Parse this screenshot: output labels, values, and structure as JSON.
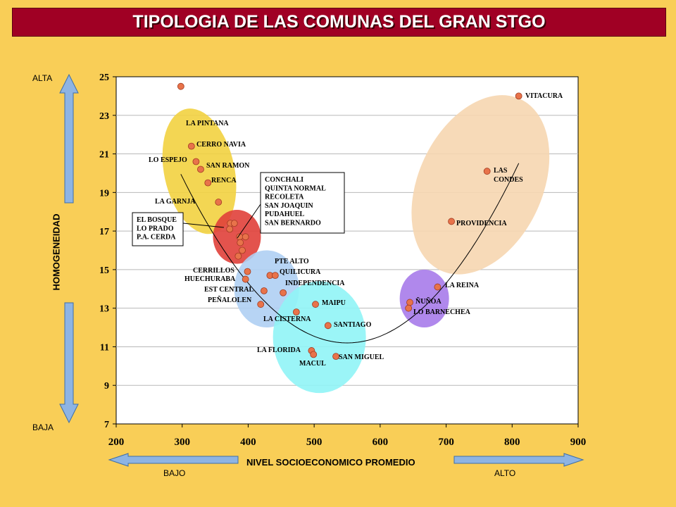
{
  "title": "TIPOLOGIA DE LAS COMUNAS DEL GRAN STGO",
  "labels": {
    "ylabel": "HOMOGENEIDAD",
    "xlabel": "NIVEL SOCIOECONOMICO PROMEDIO",
    "y_high": "ALTA",
    "y_low": "BAJA",
    "x_low": "BAJO",
    "x_high": "ALTO"
  },
  "colors": {
    "background": "#F9CE57",
    "title_bar": "#A00024",
    "plot_area": "#FFFFFF",
    "arrow_fill": "#8EB4E3",
    "point": "#E8734A"
  },
  "chart_data": {
    "type": "scatter",
    "title": "TIPOLOGIA DE LAS COMUNAS DEL GRAN STGO",
    "xlabel": "NIVEL SOCIOECONOMICO PROMEDIO",
    "ylabel": "HOMOGENEIDAD",
    "xlim": [
      200,
      900
    ],
    "ylim": [
      7,
      25
    ],
    "xticks": [
      200,
      300,
      400,
      500,
      600,
      700,
      800,
      900
    ],
    "yticks": [
      7,
      9,
      11,
      13,
      15,
      17,
      19,
      21,
      23,
      25
    ],
    "grid": "horizontal",
    "trendline": true,
    "points": [
      {
        "label": "LA PINTANA",
        "x": 298,
        "y": 24.5
      },
      {
        "label": "CERRO NAVIA",
        "x": 314,
        "y": 21.4
      },
      {
        "label": "LO ESPEJO",
        "x": 321,
        "y": 20.6
      },
      {
        "label": "SAN RAMON",
        "x": 328,
        "y": 20.2
      },
      {
        "label": "RENCA",
        "x": 339,
        "y": 19.5
      },
      {
        "label": "LA GARNJA",
        "x": 355,
        "y": 18.5
      },
      {
        "label": "",
        "x": 373,
        "y": 17.4
      },
      {
        "label": "",
        "x": 379,
        "y": 17.4
      },
      {
        "label": "",
        "x": 372,
        "y": 17.1
      },
      {
        "label": "",
        "x": 387,
        "y": 16.7
      },
      {
        "label": "",
        "x": 396,
        "y": 16.7
      },
      {
        "label": "",
        "x": 388,
        "y": 16.4
      },
      {
        "label": "",
        "x": 391,
        "y": 16.0
      },
      {
        "label": "",
        "x": 385,
        "y": 15.7
      },
      {
        "label": "CERRILLOS",
        "x": 399,
        "y": 14.9
      },
      {
        "label": "HUECHURABA",
        "x": 396,
        "y": 14.5
      },
      {
        "label": "PTE ALTO",
        "x": 433,
        "y": 14.7
      },
      {
        "label": "QUILICURA",
        "x": 441,
        "y": 14.7
      },
      {
        "label": "EST CENTRAL",
        "x": 424,
        "y": 13.9
      },
      {
        "label": "INDEPENDENCIA",
        "x": 453,
        "y": 13.8
      },
      {
        "label": "PEÑALOLEN",
        "x": 419,
        "y": 13.2
      },
      {
        "label": "MAIPU",
        "x": 502,
        "y": 13.2
      },
      {
        "label": "LA CISTERNA",
        "x": 473,
        "y": 12.8
      },
      {
        "label": "SANTIAGO",
        "x": 521,
        "y": 12.1
      },
      {
        "label": "LA FLORIDA",
        "x": 496,
        "y": 10.8
      },
      {
        "label": "MACUL",
        "x": 499,
        "y": 10.6
      },
      {
        "label": "SAN MIGUEL",
        "x": 533,
        "y": 10.5
      },
      {
        "label": "ÑUÑOA",
        "x": 645,
        "y": 13.3
      },
      {
        "label": "LO BARNECHEA",
        "x": 643,
        "y": 13.0
      },
      {
        "label": "LA REINA",
        "x": 687,
        "y": 14.1
      },
      {
        "label": "PROVIDENCIA",
        "x": 708,
        "y": 17.5
      },
      {
        "label": "LAS CONDES",
        "x": 762,
        "y": 20.1
      },
      {
        "label": "VITACURA",
        "x": 810,
        "y": 24.0
      }
    ],
    "groups": [
      {
        "color": "#F2D240",
        "cx": 326,
        "cy": 20.1,
        "rx": 50,
        "ry": 3.3,
        "rot": -12
      },
      {
        "color": "#E0403A",
        "cx": 383,
        "cy": 16.7,
        "rx": 34,
        "ry": 1.4,
        "rot": 0
      },
      {
        "color": "#AFCFF3",
        "cx": 428,
        "cy": 14.0,
        "rx": 46,
        "ry": 2.0,
        "rot": 0
      },
      {
        "color": "#90F4F6",
        "cx": 508,
        "cy": 11.5,
        "rx": 66,
        "ry": 2.9,
        "rot": 0
      },
      {
        "color": "#A77BEA",
        "cx": 667,
        "cy": 13.5,
        "rx": 35,
        "ry": 1.5,
        "rot": 0
      },
      {
        "color": "#F6D6B0",
        "cx": 752,
        "cy": 19.4,
        "rx": 88,
        "ry": 4.9,
        "rot": 25
      }
    ],
    "callouts": [
      {
        "lines": [
          "CONCHALI",
          "QUINTA NORMAL",
          "RECOLETA",
          "SAN JOAQUIN",
          "PUDAHUEL",
          "SAN BERNARDO"
        ]
      },
      {
        "lines": [
          "EL BOSQUE",
          "LO PRADO",
          "P.A. CERDA"
        ]
      }
    ]
  }
}
